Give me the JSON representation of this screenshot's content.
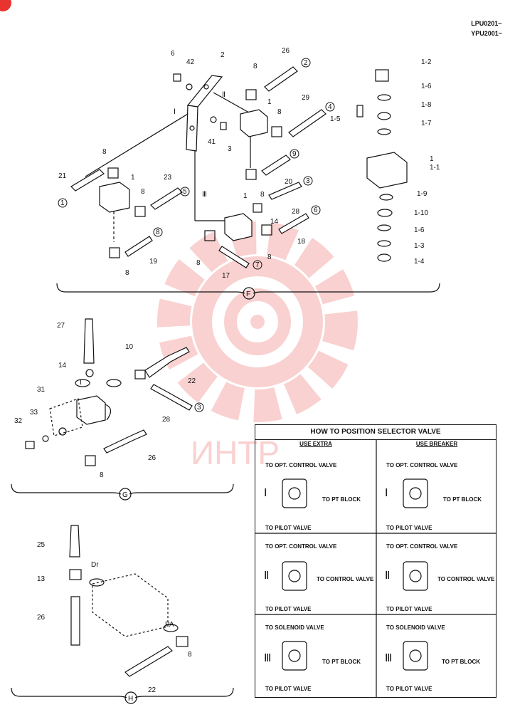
{
  "header": {
    "serial1": "LPU0201~",
    "serial2": "YPU2001~"
  },
  "watermark": {
    "text": "ИНТР",
    "color": "#e8332e"
  },
  "sections": {
    "F": "F",
    "G": "G",
    "H": "H"
  },
  "callouts": {
    "c6": "6",
    "c42": "42",
    "c2": "2",
    "c26a": "26",
    "c8a": "8",
    "c1a": "1",
    "c29": "29",
    "c8b": "8",
    "c1_2": "1-2",
    "c1_6a": "1-6",
    "c1_8": "1-8",
    "c1_7": "1-7",
    "c1_5": "1-5",
    "c1b": "1",
    "c1_1": "1-1",
    "c1_9": "1-9",
    "c1_10": "1-10",
    "c1_6b": "1-6",
    "c1_3": "1-3",
    "c1_4": "1-4",
    "c41": "41",
    "c3": "3",
    "c8c": "8",
    "c21": "21",
    "c1c": "1",
    "c23": "23",
    "c8d": "8",
    "c20": "20",
    "c8e": "8",
    "c1d": "1",
    "c14a": "14",
    "c28a": "28",
    "c18": "18",
    "c8f": "8",
    "c8g": "8",
    "c17": "17",
    "c19": "19",
    "c8h": "8",
    "c27": "27",
    "c10": "10",
    "c22a": "22",
    "c14b": "14",
    "c31": "31",
    "c28b": "28",
    "c33": "33",
    "c32": "32",
    "c26b": "26",
    "c8i": "8",
    "c25": "25",
    "c13": "13",
    "c26c": "26",
    "c8j": "8",
    "c22b": "22"
  },
  "circled": {
    "n1": "1",
    "n2": "2",
    "n3": "3",
    "n4": "4",
    "n5": "5",
    "n6": "6",
    "n7": "7",
    "n8": "8",
    "n9": "9",
    "g3": "3"
  },
  "romans": {
    "I": "Ⅰ",
    "II": "Ⅱ",
    "III": "Ⅲ"
  },
  "port_marks": {
    "dr": "Dr",
    "pa": "PA",
    "i": "I"
  },
  "table": {
    "title": "HOW TO POSITION SELECTOR VALVE",
    "col_left": "USE EXTRA",
    "col_right": "USE BREAKER",
    "rows": [
      {
        "roman": "Ⅰ",
        "top": "TO OPT. CONTROL VALVE",
        "side": "TO PT BLOCK",
        "bottom": "TO PILOT VALVE"
      },
      {
        "roman": "Ⅱ",
        "top": "TO OPT. CONTROL VALVE",
        "side": "TO CONTROL VALVE",
        "bottom": "TO PILOT VALVE"
      },
      {
        "roman": "Ⅲ",
        "top": "TO SOLENOID VALVE",
        "side": "TO PT BLOCK",
        "bottom": "TO PILOT VALVE"
      }
    ]
  }
}
